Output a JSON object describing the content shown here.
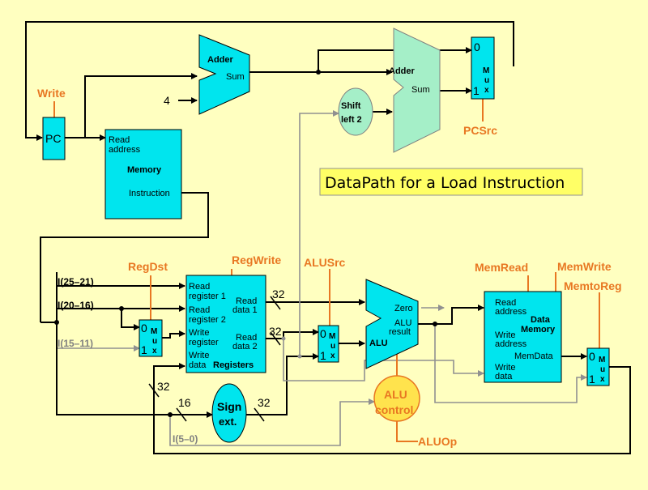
{
  "title": "DataPath for a Load Instruction",
  "pc": {
    "label": "PC",
    "write_label": "Write"
  },
  "instr_mem": {
    "read_addr_1": "Read",
    "read_addr_2": "address",
    "title": "Memory",
    "instruction": "Instruction"
  },
  "adder1": {
    "title": "Adder",
    "sum": "Sum",
    "const": "4"
  },
  "adder2": {
    "title": "Adder",
    "sum": "Sum"
  },
  "shift": {
    "line1": "Shift",
    "line2": "left 2"
  },
  "pc_mux": {
    "zero": "0",
    "one": "1",
    "m": "M",
    "u": "u",
    "x": "x",
    "control": "PCSrc"
  },
  "regdst_mux": {
    "zero": "0",
    "one": "1",
    "m": "M",
    "u": "u",
    "x": "x",
    "control": "RegDst"
  },
  "alusrc_mux": {
    "zero": "0",
    "one": "1",
    "m": "M",
    "u": "u",
    "x": "x",
    "control": "ALUSrc"
  },
  "memtoreg_mux": {
    "zero": "0",
    "one": "1",
    "m": "M",
    "u": "u",
    "x": "x",
    "control": "MemtoReg"
  },
  "registers": {
    "read_reg1_a": "Read",
    "read_reg1_b": "register 1",
    "read_reg2_a": "Read",
    "read_reg2_b": "register 2",
    "write_reg_a": "Write",
    "write_reg_b": "register",
    "write_data_a": "Write",
    "write_data_b": "data",
    "read_data1_a": "Read",
    "read_data1_b": "data 1",
    "read_data2_a": "Read",
    "read_data2_b": "data 2",
    "title": "Registers",
    "control": "RegWrite"
  },
  "fields": {
    "rs": "I(25–21)",
    "rt": "I(20–16)",
    "rd": "I(15–11)",
    "imm": "I(5–0)"
  },
  "widths": {
    "rd1": "32",
    "rd2": "32",
    "imm16": "16",
    "ext32": "32",
    "wd32": "32"
  },
  "sign_ext": {
    "line1": "Sign",
    "line2": "ext."
  },
  "alu": {
    "zero": "Zero",
    "result_a": "ALU",
    "result_b": "result",
    "title": "ALU"
  },
  "alu_control": {
    "line1": "ALU",
    "line2": "control",
    "op": "ALUOp"
  },
  "data_mem": {
    "read_addr_a": "Read",
    "read_addr_b": "address",
    "title_a": "Data",
    "title_b": "Memory",
    "write_addr_a": "Write",
    "write_addr_b": "address",
    "mem_data": "MemData",
    "write_data_a": "Write",
    "write_data_b": "data",
    "mem_read": "MemRead",
    "mem_write": "MemWrite"
  },
  "colors": {
    "background": "#ffffc0",
    "block": "#00e5ee",
    "control": "#e87722",
    "alu_control_fill": "#ffe34d",
    "adder2_fill": "#a5efc8",
    "title_box": "#ffff66"
  }
}
